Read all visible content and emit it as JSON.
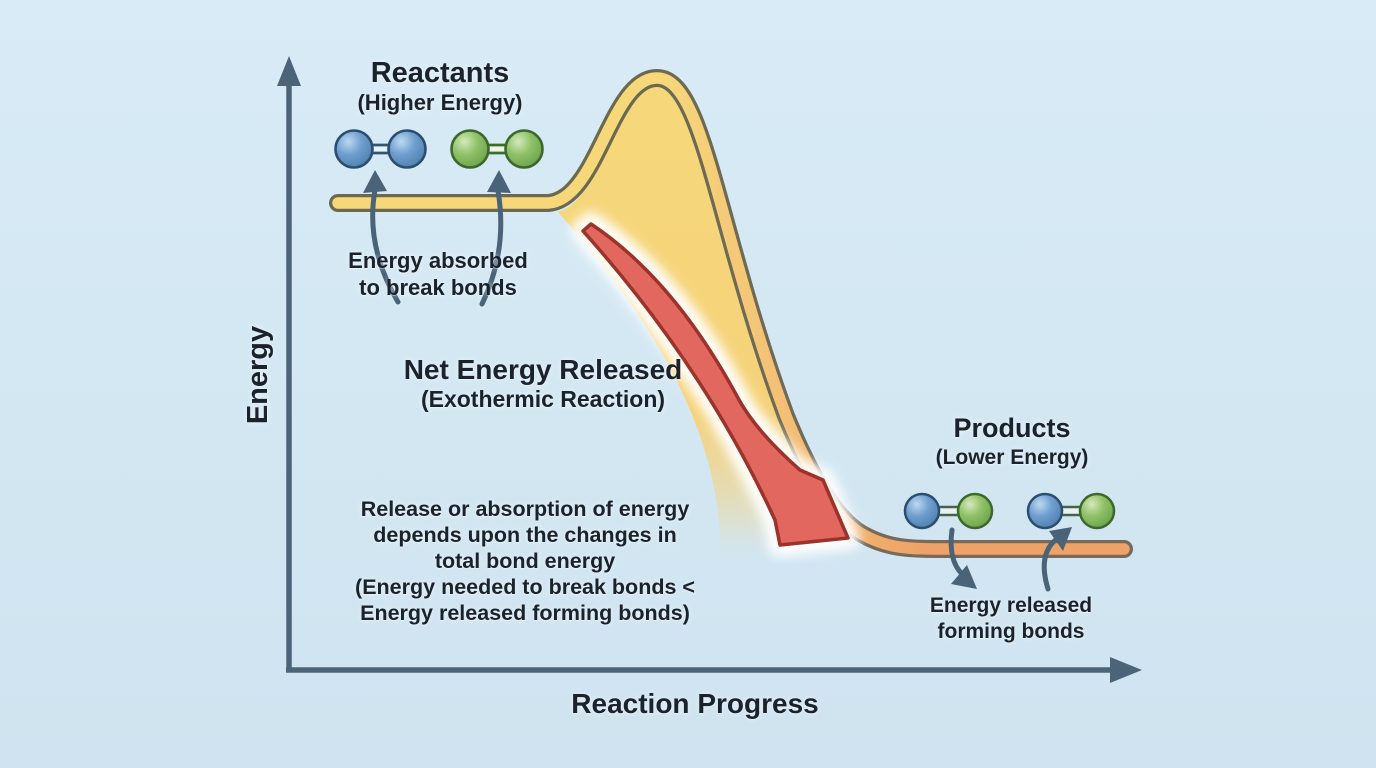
{
  "diagram": {
    "type": "reaction-energy-diagram",
    "reaction_kind": "exothermic",
    "axes": {
      "y_label": "Energy",
      "x_label": "Reaction Progress"
    },
    "reactants": {
      "title": "Reactants",
      "subtitle": "(Higher Energy)",
      "annotation": "Energy absorbed\nto break bonds",
      "molecules": [
        "blue-blue diatomic",
        "green-green diatomic"
      ],
      "energy_level": "high"
    },
    "products": {
      "title": "Products",
      "subtitle": "(Lower Energy)",
      "annotation": "Energy released\nforming bonds",
      "molecules": [
        "blue-green diatomic",
        "blue-green diatomic"
      ],
      "energy_level": "low"
    },
    "net_energy": {
      "title": "Net Energy Released",
      "subtitle": "(Exothermic Reaction)"
    },
    "explanation": "Release or absorption of energy\ndepends upon the changes in\ntotal bond energy\n(Energy needed to break bonds <\nEnergy released forming bonds)",
    "colors": {
      "background": "#d3e7f3",
      "curve_reactant_fill": "#f6d87a",
      "curve_product_fill": "#efa267",
      "curve_outline": "#6b6954",
      "axis": "#4c6477",
      "net_arrow_fill": "#e2675f",
      "net_arrow_outline": "#9b332b",
      "small_arrow": "#4a6378",
      "molecule_blue": "#6f9fd0",
      "molecule_green": "#90c168",
      "text": "#1a222c"
    }
  }
}
